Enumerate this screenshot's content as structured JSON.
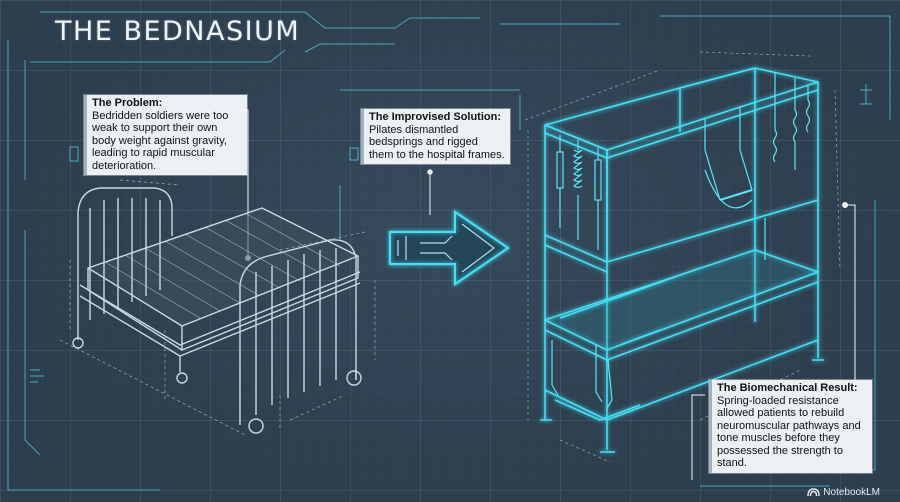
{
  "title": "THE BEDNASIUM",
  "callouts": {
    "problem": {
      "heading": "The Problem:",
      "text": "Bedridden soldiers were too weak to support their own body weight against gravity, leading to rapid muscular deterioration."
    },
    "solution": {
      "heading": "The Improvised Solution:",
      "text": "Pilates dismantled bedsprings and rigged them to the hospital frames."
    },
    "result": {
      "heading": "The Biomechanical Result:",
      "text": "Spring-loaded resistance allowed patients to rebuild neuromuscular pathways and tone muscles before they possessed the strength to stand."
    }
  },
  "brand": {
    "label": "NotebookLM",
    "icon": "notebooklm-logo-icon"
  },
  "colors": {
    "background": "#2d3e4e",
    "blueprint_line": "#c9d5de",
    "accent_cyan": "#3fe0f5",
    "callout_bg": "#f5f8fa"
  }
}
